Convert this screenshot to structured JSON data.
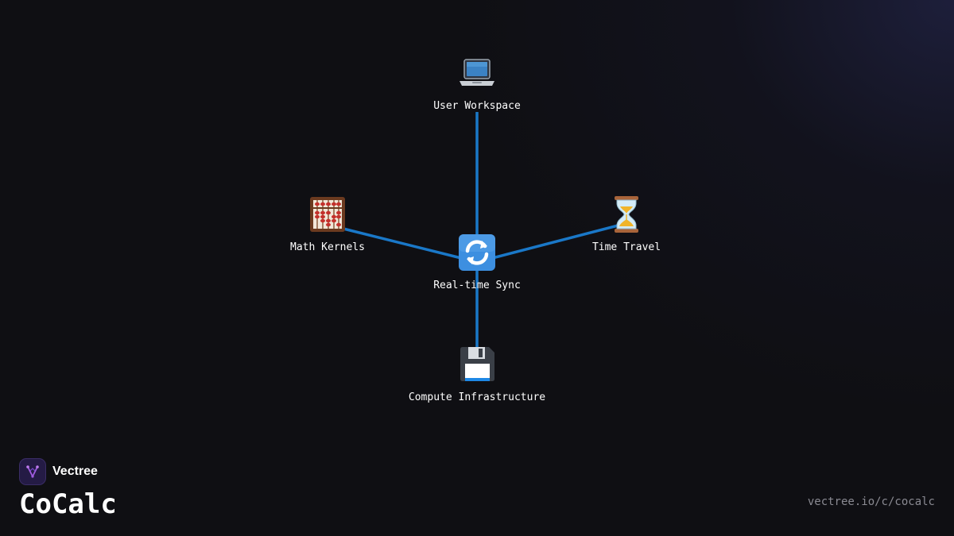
{
  "diagram": {
    "nodes": [
      {
        "id": "user-workspace",
        "label": "User Workspace",
        "icon": "laptop-icon"
      },
      {
        "id": "math-kernels",
        "label": "Math Kernels",
        "icon": "abacus-icon"
      },
      {
        "id": "realtime-sync",
        "label": "Real-time Sync",
        "icon": "sync-arrows-icon"
      },
      {
        "id": "time-travel",
        "label": "Time Travel",
        "icon": "hourglass-icon"
      },
      {
        "id": "compute-infra",
        "label": "Compute Infrastructure",
        "icon": "floppy-disk-icon"
      }
    ],
    "edges": [
      {
        "from": "realtime-sync",
        "to": "user-workspace"
      },
      {
        "from": "realtime-sync",
        "to": "math-kernels"
      },
      {
        "from": "realtime-sync",
        "to": "time-travel"
      },
      {
        "from": "realtime-sync",
        "to": "compute-infra"
      }
    ],
    "edge_color": "#1a78c8"
  },
  "brand": {
    "name": "Vectree",
    "logo_icon": "vectree-logo-icon",
    "accent": "#a05ce0"
  },
  "project": {
    "title": "CoCalc"
  },
  "footer": {
    "url": "vectree.io/c/cocalc"
  }
}
